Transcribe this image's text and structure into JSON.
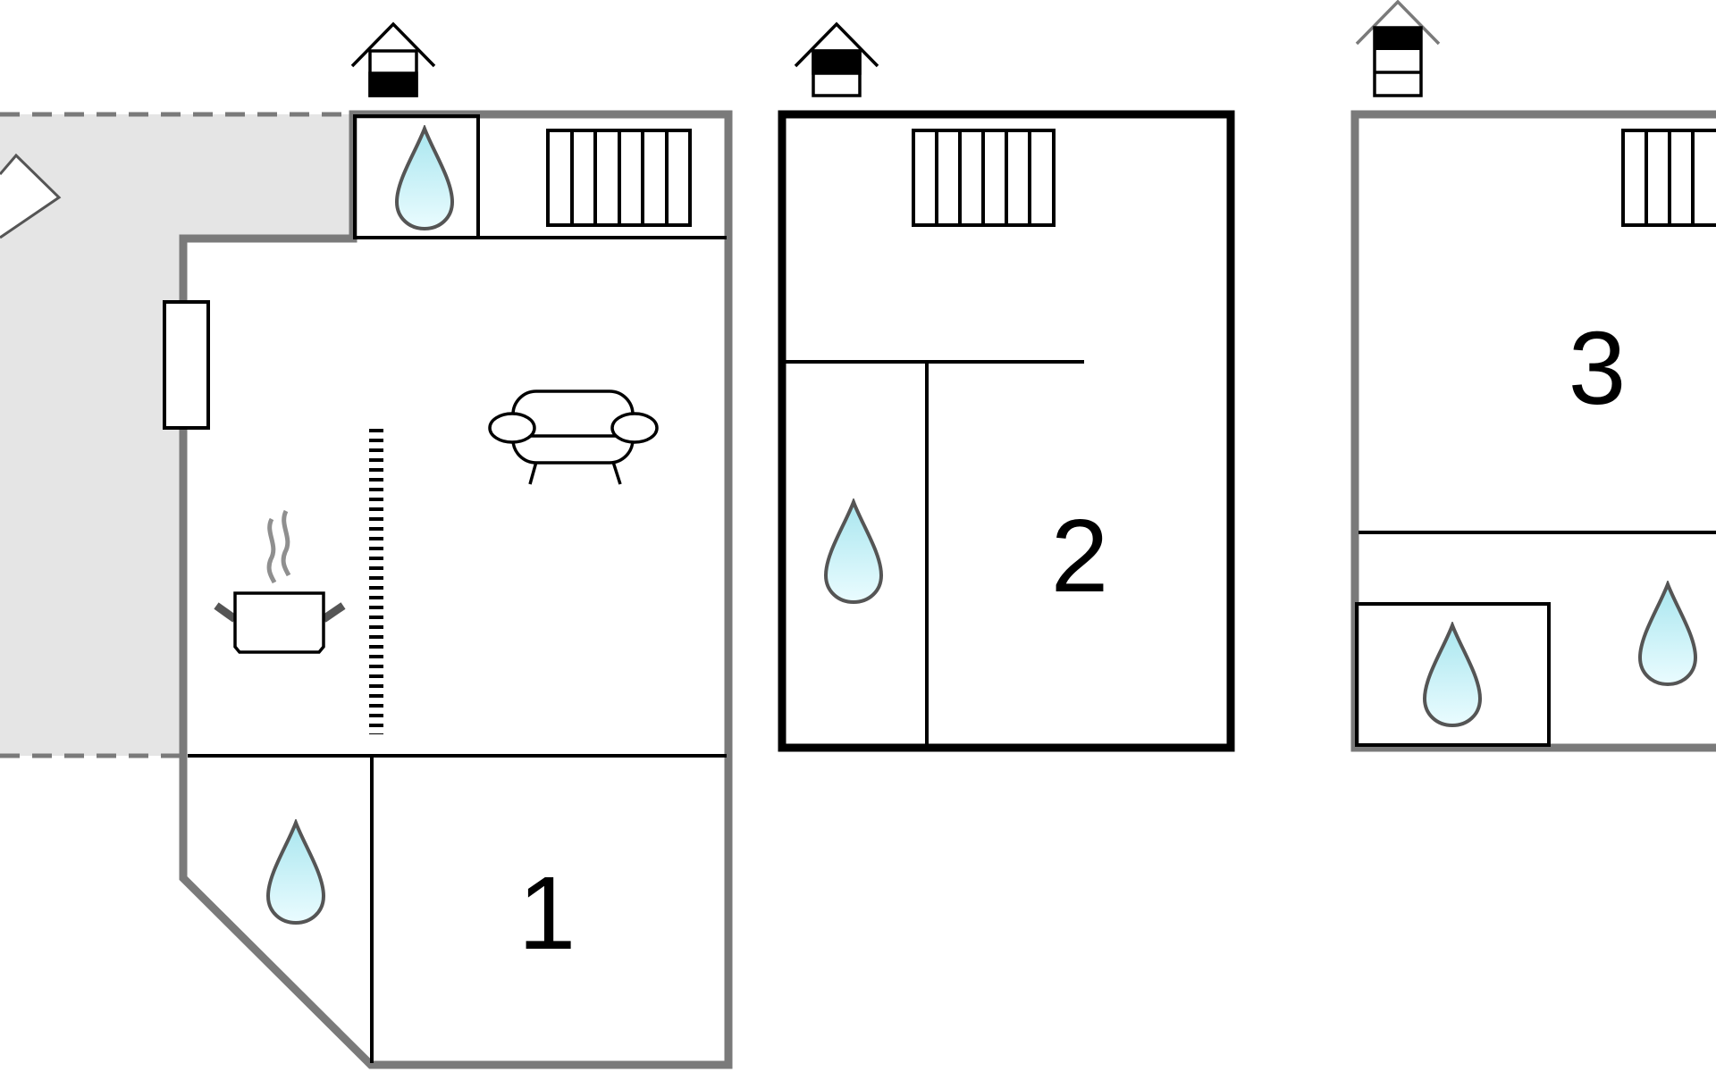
{
  "floors": [
    {
      "id": "floor-1",
      "room_number": "1",
      "level_indicator": "ground-floor-house-icon",
      "icons": [
        "water-drop-icon",
        "radiator-icon",
        "sofa-icon",
        "kitchen-pot-icon",
        "window-icon",
        "water-drop-icon"
      ]
    },
    {
      "id": "floor-2",
      "room_number": "2",
      "level_indicator": "first-floor-house-icon",
      "icons": [
        "radiator-icon",
        "water-drop-icon"
      ]
    },
    {
      "id": "floor-3",
      "room_number": "3",
      "level_indicator": "second-floor-house-icon",
      "icons": [
        "radiator-icon",
        "water-drop-icon",
        "water-drop-icon"
      ]
    }
  ],
  "colors": {
    "wall_outer": "#7a7a7a",
    "wall_inner": "#000000",
    "terrace_fill": "#e5e5e5",
    "terrace_dash": "#7a7a7a",
    "water_fill": "#cdf3f8",
    "water_stroke": "#555555",
    "line": "#000000"
  }
}
